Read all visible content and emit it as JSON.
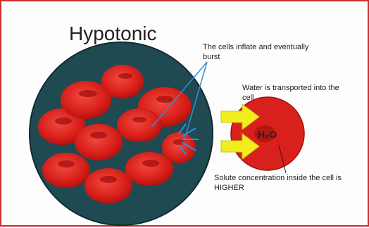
{
  "title": "Hypotonic",
  "labels": {
    "burst": "The cells inflate and eventually burst",
    "water": "Water is transported into the cell",
    "h2o": "H₂O",
    "solute": "Solute concentration inside the cell is HIGHER"
  },
  "colors": {
    "cell_fill": "#e0231f",
    "cell_shadow": "#a30f0f",
    "dish": "#1f4a52",
    "arrow": "#f2ee1e",
    "frame": "#c9302c"
  }
}
